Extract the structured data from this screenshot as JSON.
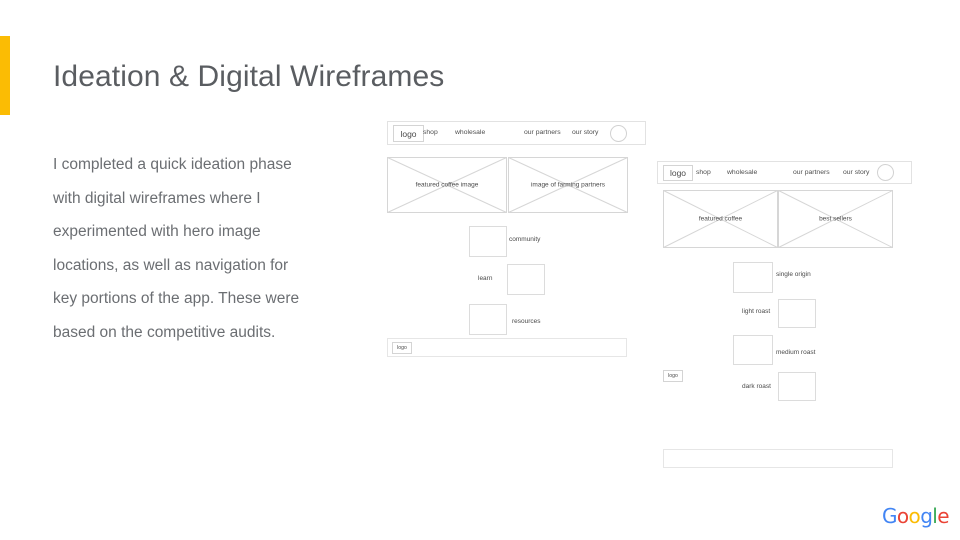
{
  "slide": {
    "title": "Ideation & Digital Wireframes",
    "body": "I completed a quick ideation phase with digital wireframes where I experimented with hero image locations, as well as navigation for key portions of the app. These were based on the competitive audits.",
    "accent_color": "#FBBC04",
    "title_color": "#5a5d61",
    "background_color": "#ffffff"
  },
  "brand": {
    "name": "Google",
    "letters": [
      "G",
      "o",
      "o",
      "g",
      "l",
      "e"
    ],
    "colors": [
      "#4285F4",
      "#EA4335",
      "#FBBC05",
      "#4285F4",
      "#34A853",
      "#EA4335"
    ]
  },
  "wireframe_left": {
    "nav": {
      "logo": "logo",
      "links": [
        "shop",
        "wholesale",
        "our partners",
        "our story"
      ],
      "avatar": "account-circle"
    },
    "hero": [
      {
        "caption": "featured coffee image"
      },
      {
        "caption": "image of farming partners"
      }
    ],
    "sections": [
      {
        "label": "community",
        "box_side": "left"
      },
      {
        "label": "learn",
        "box_side": "right"
      },
      {
        "label": "resources",
        "box_side": "left"
      }
    ],
    "footer": {
      "logo": "logo"
    }
  },
  "wireframe_right": {
    "nav": {
      "logo": "logo",
      "links": [
        "shop",
        "wholesale",
        "our partners",
        "our story"
      ],
      "avatar": "account-circle"
    },
    "hero": [
      {
        "caption": "featured coffee"
      },
      {
        "caption": "best sellers"
      }
    ],
    "sections": [
      {
        "label": "single origin",
        "box_side": "left"
      },
      {
        "label": "light roast",
        "box_side": "right"
      },
      {
        "label": "medium roast",
        "box_side": "left"
      },
      {
        "label": "dark roast",
        "box_side": "right"
      }
    ],
    "floating_logo": "logo",
    "bottom_bar": ""
  }
}
